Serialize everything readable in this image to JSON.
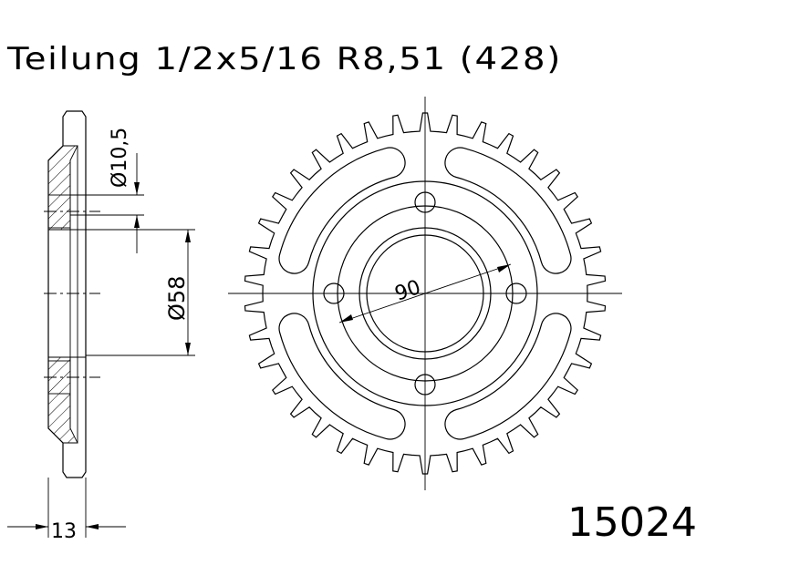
{
  "header": {
    "pitch_label": "Teilung 1/2x5/16 R8,51 (428)"
  },
  "dimensions": {
    "bolt_hole": "Ø10,5",
    "center_bore": "Ø58",
    "bolt_circle": "90",
    "thickness": "13"
  },
  "part_number": "15024"
}
